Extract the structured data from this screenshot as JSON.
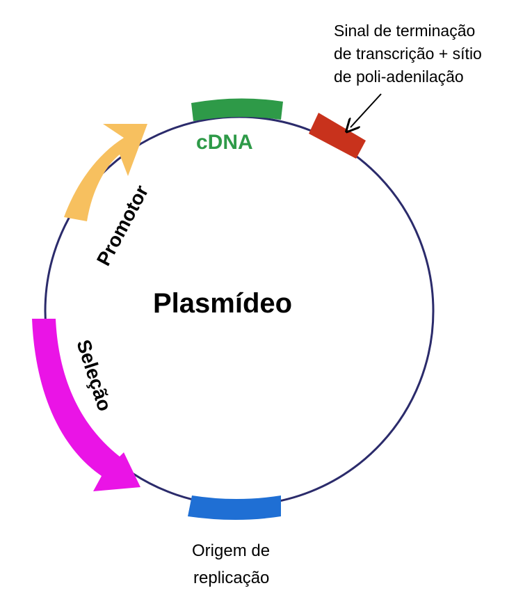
{
  "diagram": {
    "center_label": "Plasmídeo",
    "labels": {
      "cdna": "cDNA",
      "promoter": "Promotor",
      "selection": "Seleção",
      "terminator_line1": "Sinal de terminação",
      "terminator_line2": "de transcrição + sítio",
      "terminator_line3": "de poli-adenilação",
      "origin_line1": "Origem de",
      "origin_line2": "replicação"
    },
    "colors": {
      "backbone": "#2b2b6b",
      "cdna": "#2e9a48",
      "promoter": "#f7c05f",
      "selection": "#ea14e6",
      "terminator": "#c8321c",
      "origin": "#1f6fd4"
    }
  }
}
